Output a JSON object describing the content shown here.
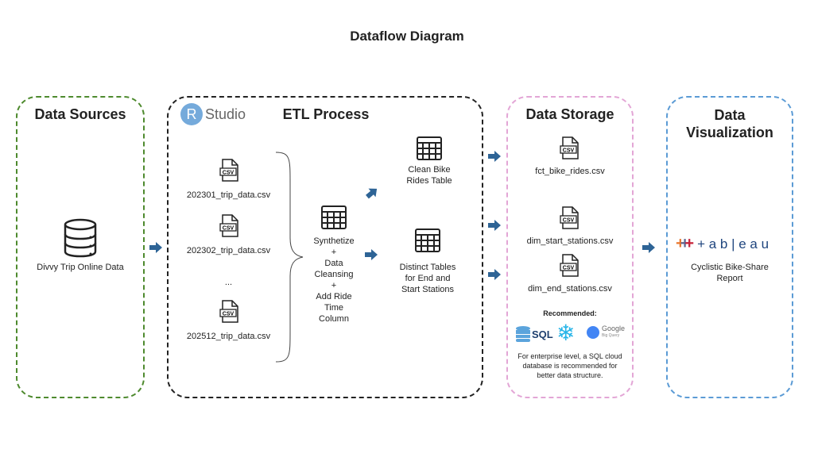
{
  "title": "Dataflow Diagram",
  "colors": {
    "sources": "#4e8a2e",
    "etl": "#222222",
    "storage": "#e3a6d6",
    "visualization": "#5b9bd5",
    "arrow": "#2e6496"
  },
  "sources": {
    "heading": "Data Sources",
    "item": "Divvy Trip Online Data",
    "icon": "database-icon"
  },
  "etl": {
    "heading": "ETL Process",
    "logo_letter": "R",
    "logo_text": "Studio",
    "files": [
      "202301_trip_data.csv",
      "202302_trip_data.csv",
      "...",
      "202512_trip_data.csv"
    ],
    "file_icon_text": "CSV",
    "process": "Synthetize\n+\nData\nCleansing\n+\nAdd Ride\nTime\nColumn",
    "outputs": [
      "Clean Bike\nRides Table",
      "Distinct Tables\nfor End and\nStart Stations"
    ]
  },
  "storage": {
    "heading": "Data Storage",
    "files": [
      "fct_bike_rides.csv",
      "dim_start_stations.csv",
      "dim_end_stations.csv"
    ],
    "recommended": "Recommended:",
    "sql": "SQL",
    "google": "Google",
    "bigquery": "Big Query",
    "note": "For enterprise level, a SQL cloud database is recommended for better data structure."
  },
  "visualization": {
    "heading": "Data\nVisualization",
    "logo_text": "+ a b | e a u",
    "item": "Cyclistic Bike-Share\nReport"
  }
}
